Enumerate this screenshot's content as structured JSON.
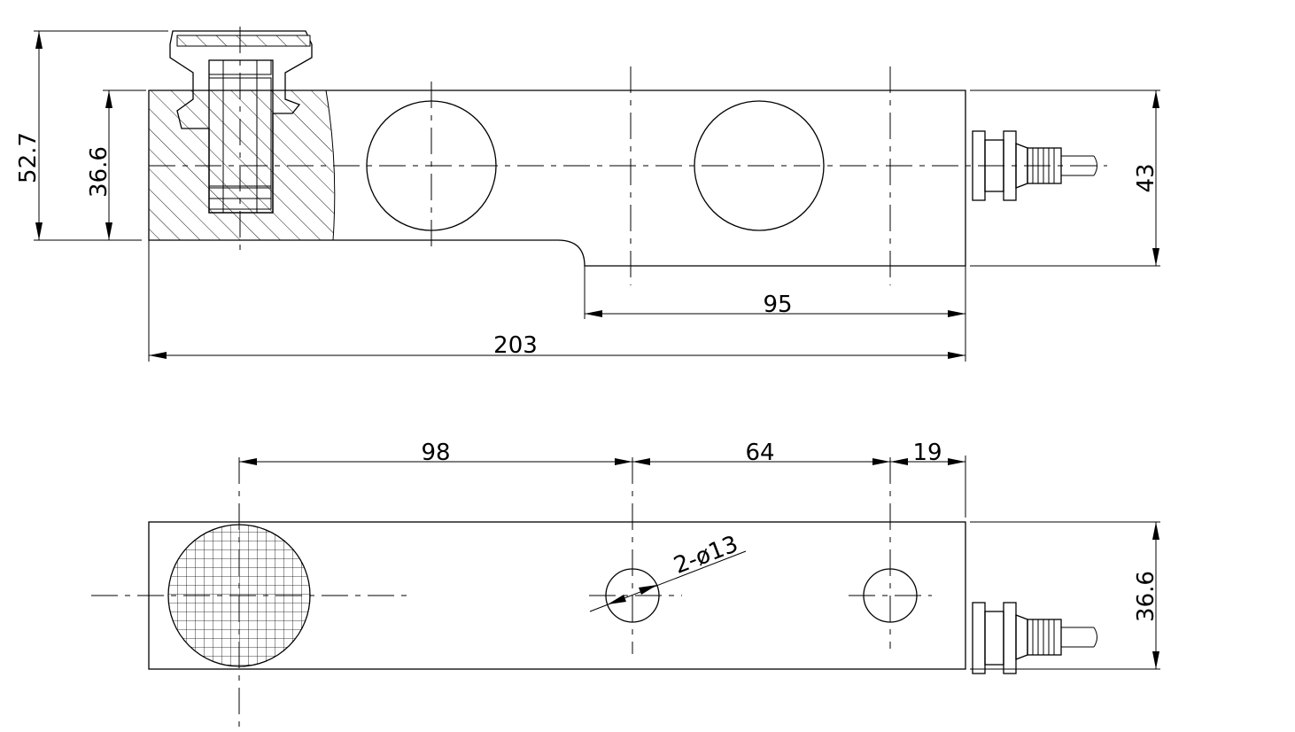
{
  "dimensions": {
    "height_total": "52.7",
    "height_body": "36.6",
    "height_right": "43",
    "length_step": "95",
    "length_total": "203",
    "hole_spacing_1": "98",
    "hole_spacing_2": "64",
    "hole_spacing_3": "19",
    "hole_diameter": "2-ø13",
    "width_body": "36.6"
  },
  "colors": {
    "line": "#000000",
    "background": "#ffffff"
  }
}
